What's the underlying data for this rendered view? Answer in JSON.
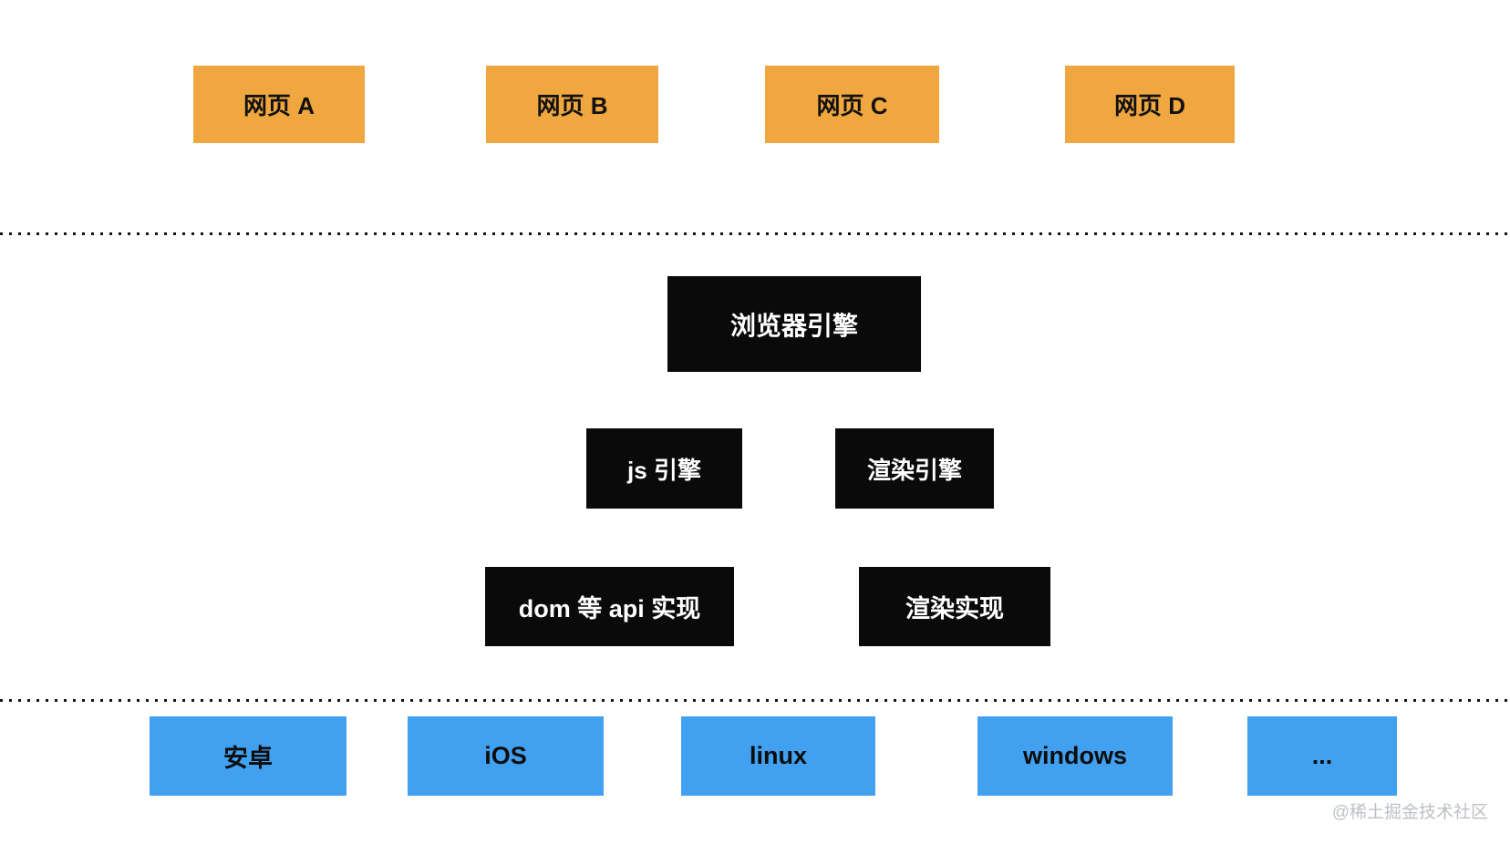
{
  "webpages": {
    "color": "#F0A73F",
    "items": [
      {
        "label": "网页 A"
      },
      {
        "label": "网页 B"
      },
      {
        "label": "网页 C"
      },
      {
        "label": "网页 D"
      }
    ]
  },
  "engines": {
    "color": "#0A0A0A",
    "browser_engine": {
      "label": "浏览器引擎"
    },
    "js_engine": {
      "label": "js 引擎"
    },
    "rendering_engine": {
      "label": "渲染引擎"
    },
    "dom_api_impl": {
      "label": "dom 等 api 实现"
    },
    "rendering_impl": {
      "label": "渲染实现"
    }
  },
  "platforms": {
    "color": "#41A0F0",
    "items": [
      {
        "label": "安卓"
      },
      {
        "label": "iOS"
      },
      {
        "label": "linux"
      },
      {
        "label": "windows"
      },
      {
        "label": "..."
      }
    ]
  },
  "watermark": {
    "text": "@稀土掘金技术社区",
    "color": "#BDC0C6"
  }
}
